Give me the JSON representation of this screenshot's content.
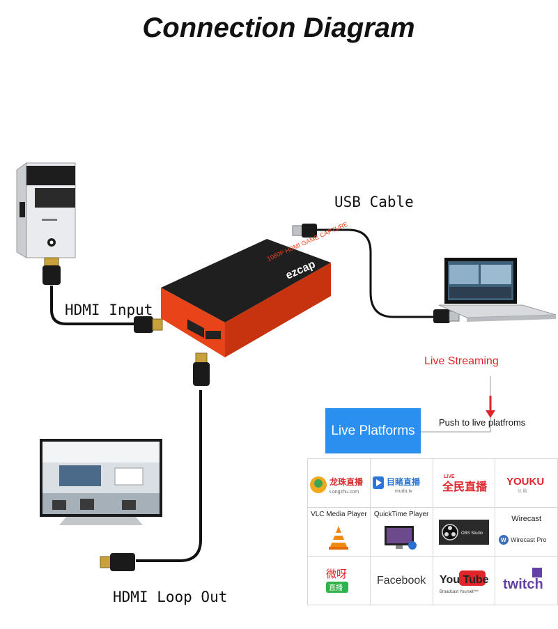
{
  "title": "Connection Diagram",
  "labels": {
    "usb_cable": "USB Cable",
    "hdmi_input": "HDMI Input",
    "hdmi_loop_out": "HDMI Loop Out",
    "live_streaming": "Live Streaming",
    "push_to_platforms": "Push to live platfroms",
    "live_platforms": "Live Platforms"
  },
  "device": {
    "brand": "ezcap",
    "model_text": "1080P HDMI GAME CAPTURE"
  },
  "platforms": [
    {
      "name": "longzhu",
      "text_cn": "龙珠直播",
      "text_sub": "Longzhu.com"
    },
    {
      "name": "mudu",
      "text_cn": "目睹直播",
      "text_sub": "mudu.tv"
    },
    {
      "name": "quanmin",
      "text_cn": "全民直播",
      "text_sub": "LIVE"
    },
    {
      "name": "youku",
      "text_cn": "YOUKU",
      "text_sub": "优 酷"
    },
    {
      "name": "vlc",
      "caption": "VLC Media Player"
    },
    {
      "name": "quicktime",
      "caption": "QuickTime Player"
    },
    {
      "name": "obs",
      "text_sub": "OBS Studio"
    },
    {
      "name": "wirecast",
      "caption": "Wirecast",
      "text_sub": "Wirecast Pro"
    },
    {
      "name": "weibo",
      "text_cn": "微呀",
      "text_sub": "直播"
    },
    {
      "name": "facebook",
      "caption": "Facebook"
    },
    {
      "name": "youtube",
      "text_cn": "You Tube",
      "text_sub": "Broadcast Yourself™"
    },
    {
      "name": "twitch",
      "text_cn": "twitch"
    }
  ],
  "colors": {
    "accent_red": "#e0262b",
    "platform_blue": "#2b8ff0",
    "device_orange": "#e8441a",
    "device_black": "#1c1c1c"
  }
}
